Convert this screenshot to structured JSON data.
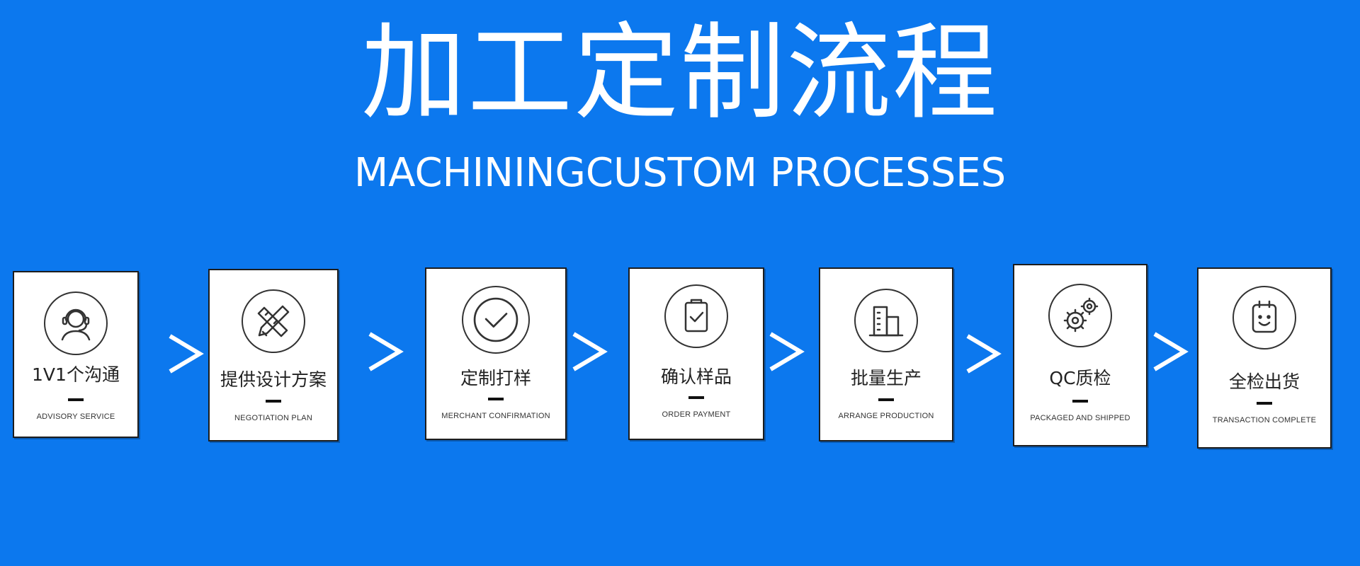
{
  "title_cn": "加工定制流程",
  "title_en": "MACHININGCUSTOM PROCESSES",
  "colors": {
    "background": "#0c78ee",
    "card": "#ffffff",
    "text": "#222222",
    "separator": "#ffffff"
  },
  "separator_glyph": ">",
  "steps": [
    {
      "icon": "customer-service-headset-icon",
      "cn": "1V1个沟通",
      "en": "ADVISORY SERVICE"
    },
    {
      "icon": "pencil-ruler-icon",
      "cn": "提供设计方案",
      "en": "NEGOTIATION PLAN"
    },
    {
      "icon": "check-circle-icon",
      "cn": "定制打样",
      "en": "MERCHANT CONFIRMATION"
    },
    {
      "icon": "clipboard-check-icon",
      "cn": "确认样品",
      "en": "ORDER PAYMENT"
    },
    {
      "icon": "factory-building-icon",
      "cn": "批量生产",
      "en": "ARRANGE PRODUCTION"
    },
    {
      "icon": "gears-icon",
      "cn": "QC质检",
      "en": "PACKAGED AND SHIPPED"
    },
    {
      "icon": "smiley-clipboard-icon",
      "cn": "全检出货",
      "en": "TRANSACTION COMPLETE"
    }
  ]
}
